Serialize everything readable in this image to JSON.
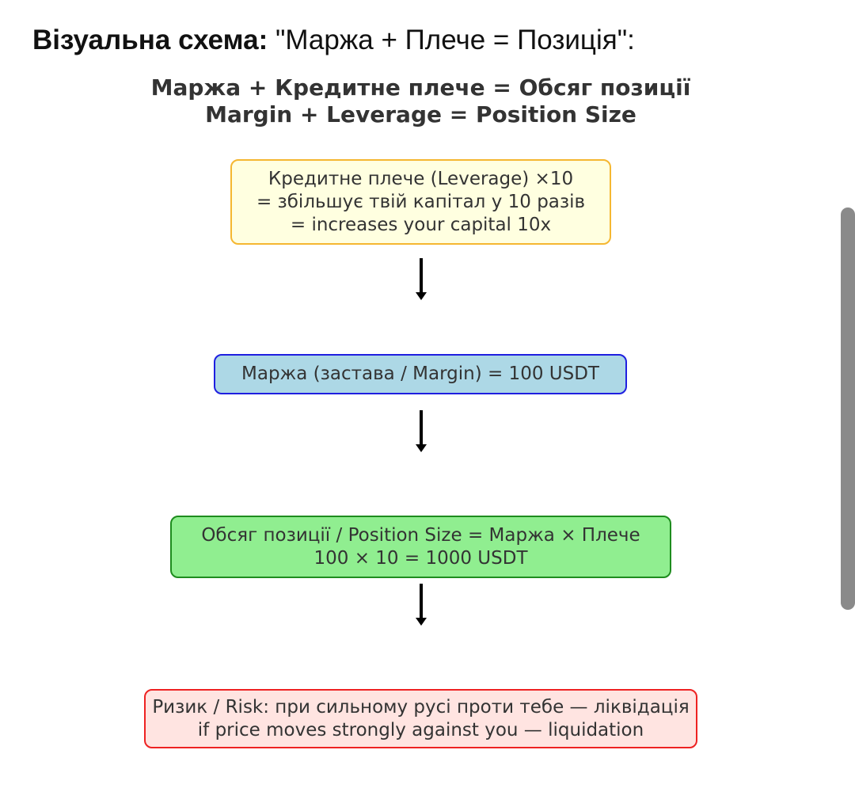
{
  "heading": {
    "lead": "Візуальна схема:",
    "rest": " \"Маржа + Плече = Позиція\":"
  },
  "diagram": {
    "title_line1": "Маржа + Кредитне плече = Обсяг позиції",
    "title_line2": "Margin + Leverage = Position Size",
    "nodes": [
      {
        "id": "leverage",
        "lines": [
          "Кредитне плече (Leverage) ×10",
          "= збільшує твій капітал у 10 разів",
          "= increases your capital 10x"
        ],
        "fill": "#ffffe0",
        "stroke": "#f5b731"
      },
      {
        "id": "margin",
        "lines": [
          "Маржа (застава / Margin) = 100 USDT"
        ],
        "fill": "#add8e6",
        "stroke": "#1f1fe0"
      },
      {
        "id": "position-size",
        "lines": [
          "Обсяг позиції / Position Size = Маржа × Плече",
          "100 × 10 = 1000 USDT"
        ],
        "fill": "#90ee90",
        "stroke": "#1e8c1e"
      },
      {
        "id": "risk",
        "lines": [
          "Ризик / Risk: при сильному русі проти тебе — ліквідація",
          "if price moves strongly against you — liquidation"
        ],
        "fill": "#ffe4e1",
        "stroke": "#ee2222"
      }
    ],
    "edges": [
      {
        "from": "leverage",
        "to": "margin"
      },
      {
        "from": "margin",
        "to": "position-size"
      },
      {
        "from": "position-size",
        "to": "risk"
      }
    ]
  }
}
